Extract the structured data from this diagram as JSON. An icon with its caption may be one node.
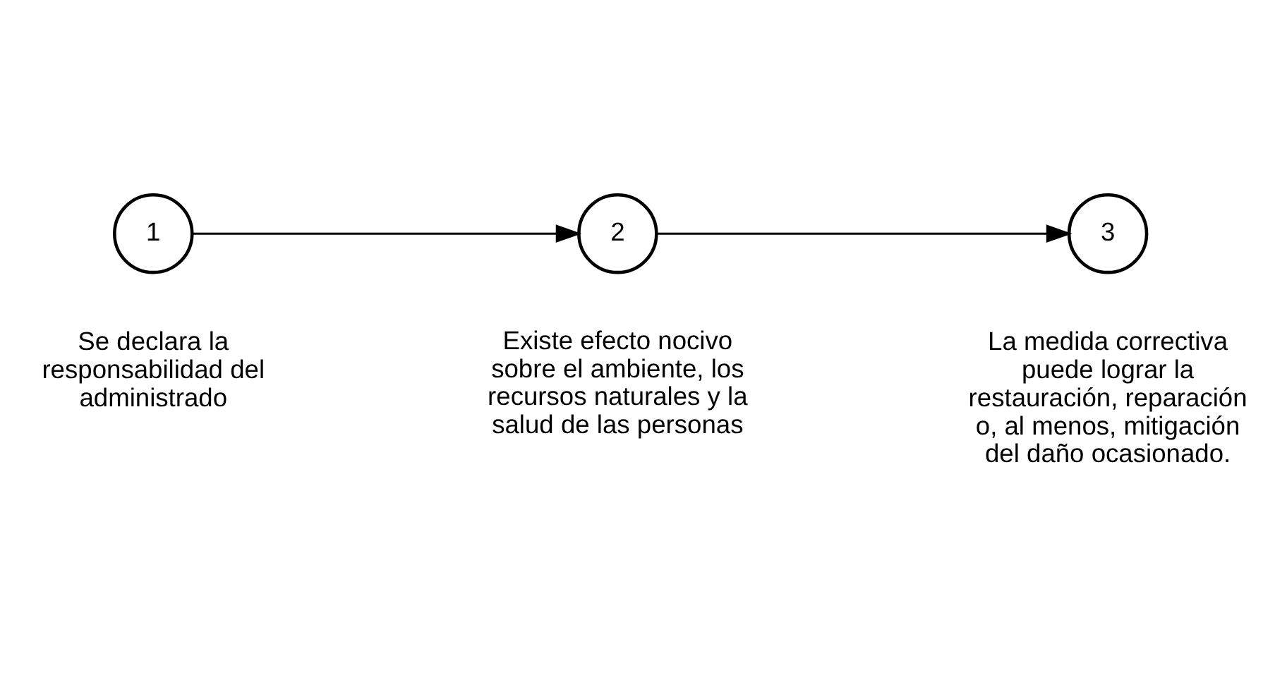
{
  "diagram": {
    "nodes": [
      {
        "text": [
          "1"
        ],
        "beside": [
          "Se declara la responsabilidad del administrado"
        ]
      },
      {
        "text": [
          "2"
        ],
        "beside": [
          "Existe efecto nocivo sobre el ambiente, los recursos naturales y la salud de las personas"
        ]
      },
      {
        "text": [
          "3"
        ],
        "beside": [
          "La medida correctiva puede lograr la restauración, reparación o, al menos, mitigación del daño ocasionado."
        ]
      }
    ],
    "edges": [
      {
        "from": 0,
        "to": 1,
        "arrow": "to"
      },
      {
        "from": 1,
        "to": 2,
        "arrow": "to"
      }
    ]
  }
}
